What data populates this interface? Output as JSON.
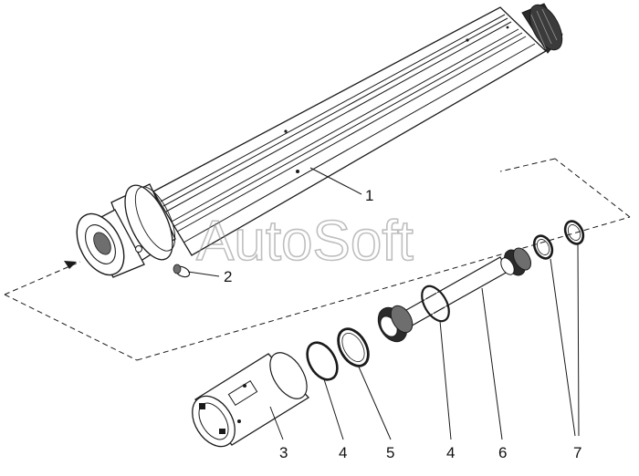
{
  "watermark": "AutoSoft",
  "callouts": {
    "c1": "1",
    "c2": "2",
    "c3": "3",
    "c4a": "4",
    "c5": "5",
    "c4b": "4",
    "c6": "6",
    "c7": "7"
  },
  "colors": {
    "line": "#1a1a1a",
    "shade": "#6e6e6e",
    "dark": "#2b2b2b",
    "watermark": "#8a8a8a"
  }
}
